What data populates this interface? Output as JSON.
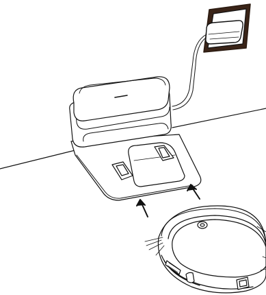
{
  "diagram": {
    "kind": "line-art-illustration",
    "elements": [
      "wall-outlet",
      "power-cord",
      "charging-dock",
      "charging-contacts",
      "robot-vacuum",
      "direction-arrows"
    ]
  },
  "colors": {
    "line": "#111111",
    "fill": "#ffffff",
    "outlet_shade": "#3a2418"
  }
}
